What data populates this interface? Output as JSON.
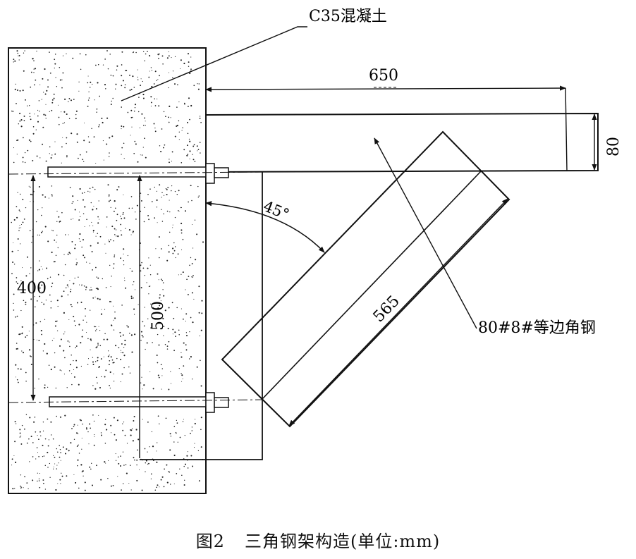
{
  "diagram": {
    "labels": {
      "concrete": "C35混凝土",
      "dim_650": "650",
      "dim_80": "80",
      "angle_45": "45°",
      "dim_400": "400",
      "dim_500": "500",
      "dim_565": "565",
      "angle_steel": "80#8#等边角钢"
    }
  },
  "caption": {
    "figure_number": "图2",
    "title": "三角钢架构造(单位:mm)"
  }
}
